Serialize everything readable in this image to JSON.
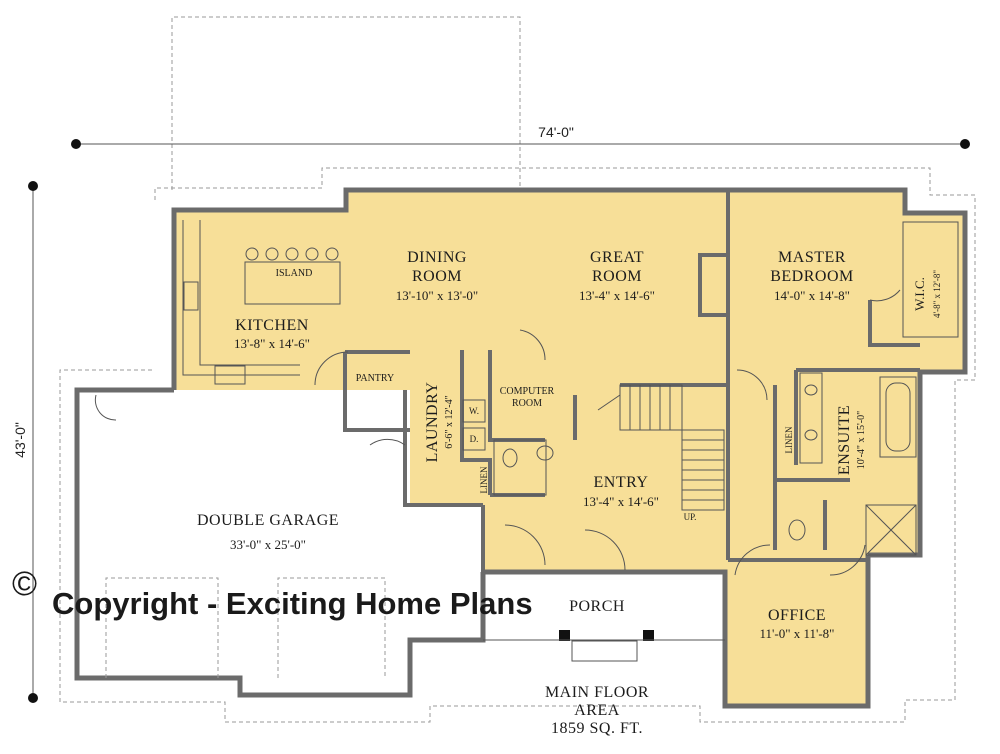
{
  "dimensions": {
    "width": "74'-0\"",
    "depth": "43'-0\""
  },
  "rooms": {
    "dining": {
      "name_line1": "DINING",
      "name_line2": "ROOM",
      "size": "13'-10\" x 13'-0\""
    },
    "great": {
      "name_line1": "GREAT",
      "name_line2": "ROOM",
      "size": "13'-4\" x 14'-6\""
    },
    "master": {
      "name_line1": "MASTER",
      "name_line2": "BEDROOM",
      "size": "14'-0\" x 14'-8\""
    },
    "wic": {
      "name": "W.I.C.",
      "size": "4'-8\" x 12'-8\""
    },
    "kitchen": {
      "name": "KITCHEN",
      "size": "13'-8\" x 14'-6\""
    },
    "island": {
      "name": "ISLAND"
    },
    "pantry": {
      "name": "PANTRY"
    },
    "laundry": {
      "name": "LAUNDRY",
      "size": "6'-6\" x 12'-4\""
    },
    "washer": {
      "name": "W."
    },
    "dryer": {
      "name": "D."
    },
    "computer": {
      "name_line1": "COMPUTER",
      "name_line2": "ROOM"
    },
    "linen1": {
      "name": "LINEN"
    },
    "linen2": {
      "name": "LINEN"
    },
    "entry": {
      "name": "ENTRY",
      "size": "13'-4\" x 14'-6\""
    },
    "stairs": {
      "name": "UP."
    },
    "ensuite": {
      "name": "ENSUITE",
      "size": "10'-4\" x 15'-0\""
    },
    "garage": {
      "name": "DOUBLE GARAGE",
      "size": "33'-0\" x 25'-0\""
    },
    "porch": {
      "name": "PORCH"
    },
    "office": {
      "name": "OFFICE",
      "size": "11'-0\" x 11'-8\""
    }
  },
  "area": {
    "line1": "MAIN FLOOR",
    "line2": "AREA",
    "line3": "1859 SQ. FT."
  },
  "copyright": {
    "symbol": "©",
    "text": "Copyright - Exciting Home Plans"
  },
  "colors": {
    "floor": "#f7df98",
    "wall": "#6b6b6b",
    "garage": "#ffffff"
  }
}
